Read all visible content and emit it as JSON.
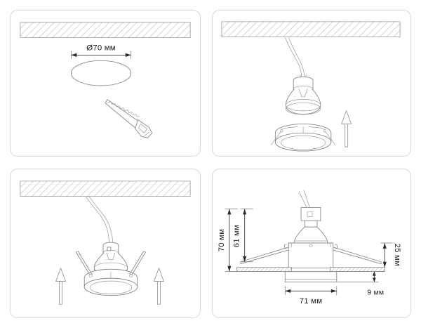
{
  "document": {
    "kind": "installation-instruction-diagram",
    "subject": "recessed downlight (spot) mounting steps",
    "panel_count": 4
  },
  "panels": [
    {
      "id": "step-1",
      "caption": "",
      "labels": {
        "hole_diameter": "Ø70 мм"
      },
      "elements": [
        "ceiling-hatch-band",
        "cut-hole-ellipse",
        "hand-saw",
        "diameter-dimension"
      ]
    },
    {
      "id": "step-2",
      "caption": "",
      "labels": {},
      "elements": [
        "ceiling-hatch-band",
        "power-wire",
        "lamp-bulb",
        "fixture-housing-ring",
        "up-arrow"
      ]
    },
    {
      "id": "step-3",
      "caption": "",
      "labels": {},
      "elements": [
        "ceiling-hatch-band",
        "power-wire",
        "assembled-fixture",
        "spring-clips",
        "up-arrow-left",
        "up-arrow-right"
      ]
    },
    {
      "id": "step-4",
      "caption": "",
      "labels": {
        "total_height": "70 мм",
        "body_height": "61 мм",
        "clip_height": "25 мм",
        "trim_thickness": "9 мм",
        "outer_diameter": "71 мм"
      },
      "elements": [
        "cross-section",
        "dimension-lines"
      ]
    }
  ],
  "dimensions": {
    "hole_diameter": "Ø70 мм",
    "total_height": "70 мм",
    "body_height": "61 мм",
    "clip_height": "25 мм",
    "trim_thickness": "9 мм",
    "outer_diameter": "71 мм"
  },
  "colors": {
    "background": "#ffffff",
    "panel_border": "#d8d8d8",
    "line": "#8a8a8a",
    "dimension_line": "#3a3a3a",
    "text": "#1d1d1d",
    "hatch": "#b5b5b5"
  }
}
